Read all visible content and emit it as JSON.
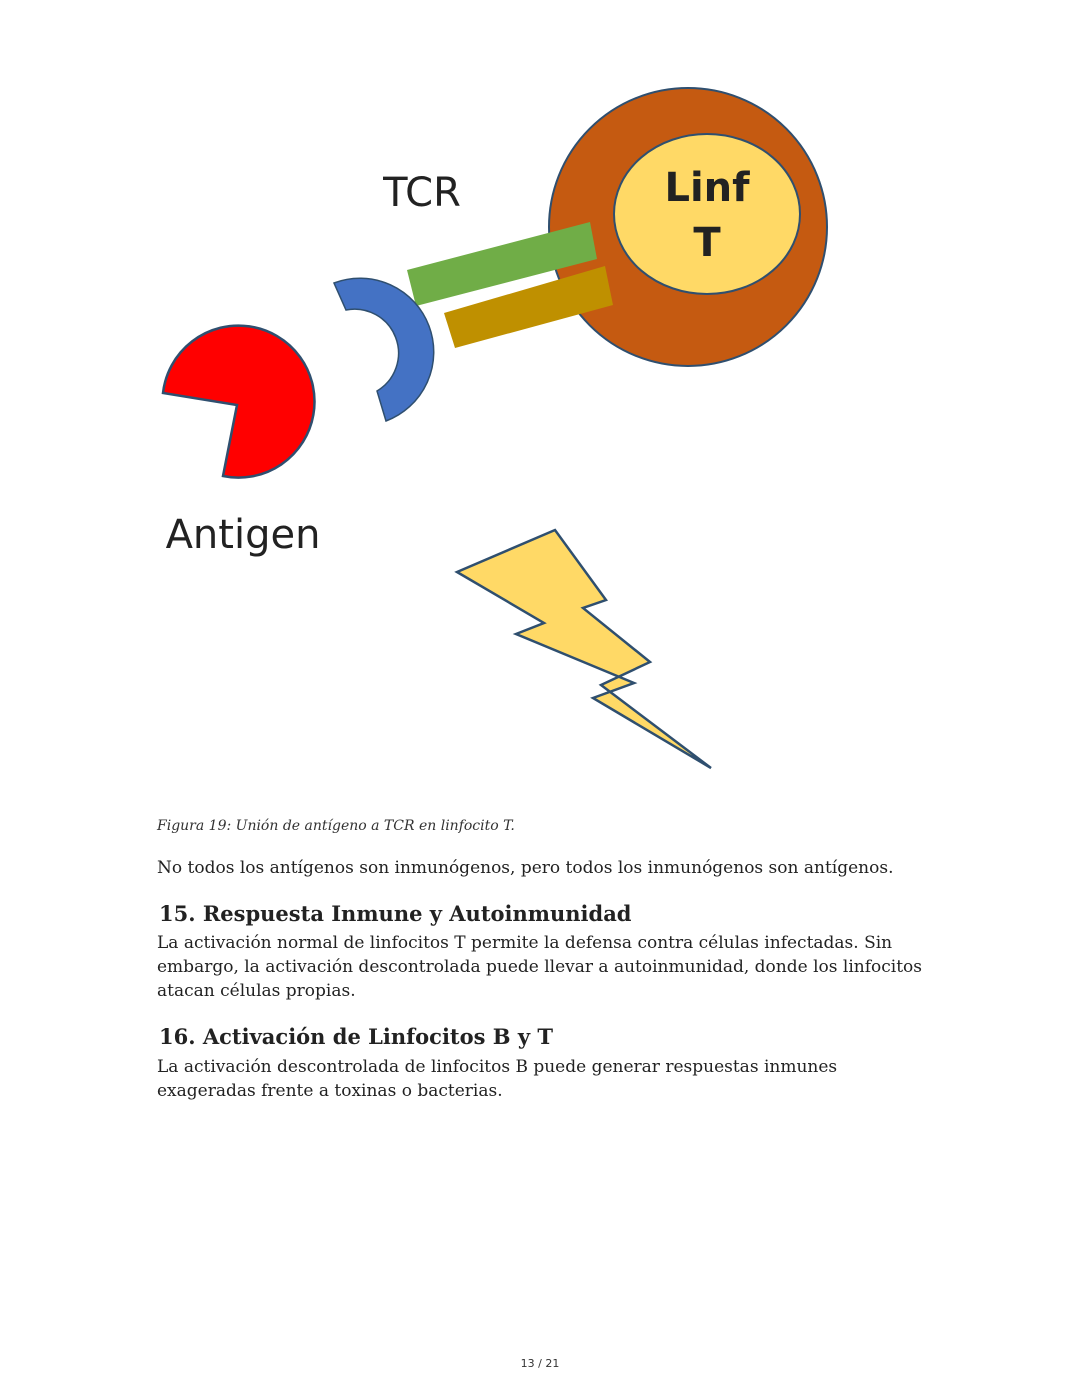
{
  "figure": {
    "labels": {
      "tcr": "TCR",
      "cell_line1": "Linf",
      "cell_line2": "T",
      "antigen": "Antigen"
    },
    "colors": {
      "antigen_red": "#ff0000",
      "receptor_blue": "#4472c4",
      "chain_green": "#70ad47",
      "chain_gold": "#bf9000",
      "cell_outer": "#c55a11",
      "cell_inner": "#ffd966",
      "lightning": "#ffd966",
      "outline": "#2f4f6f"
    }
  },
  "caption": "Figura 19: Unión de antígeno a TCR en linfocito T.",
  "paragraph_intro": "No todos los antígenos son inmunógenos, pero todos los inmunógenos son antígenos.",
  "sections": [
    {
      "heading": "15. Respuesta Inmune y Autoinmunidad",
      "body": "La activación normal de linfocitos T permite la defensa contra células infectadas. Sin embargo, la activación descontrolada puede llevar a autoinmunidad, donde los linfocitos atacan células propias."
    },
    {
      "heading": "16. Activación de Linfocitos B y T",
      "body": "La activación descontrolada de linfocitos B puede generar respuestas inmunes exageradas frente a toxinas o bacterias."
    }
  ],
  "page_number": "13 / 21"
}
